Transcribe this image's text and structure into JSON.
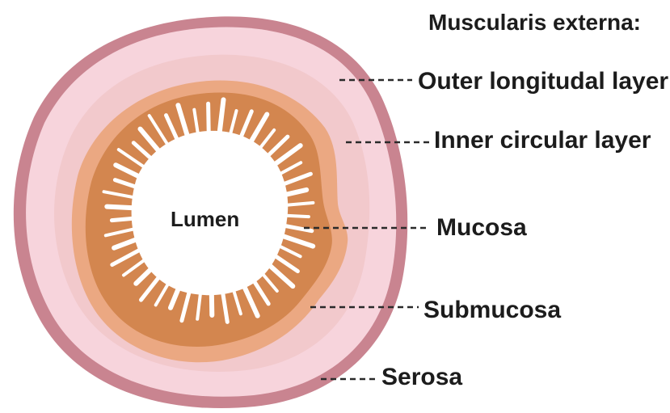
{
  "heading": "Muscularis externa:",
  "labels": {
    "outer_longitudinal": "Outer longitudal layer",
    "inner_circular": "Inner circular layer",
    "mucosa": "Mucosa",
    "submucosa": "Submucosa",
    "serosa": "Serosa",
    "lumen": "Lumen"
  },
  "colors": {
    "serosa": "#c98490",
    "outer_longitudinal": "#f7d4dc",
    "inner_circular": "#f2c9cc",
    "submucosa": "#eba882",
    "mucosa": "#d3864f",
    "lumen": "#ffffff",
    "leader_line": "#2a2a2a",
    "text": "#1c1c1c"
  }
}
